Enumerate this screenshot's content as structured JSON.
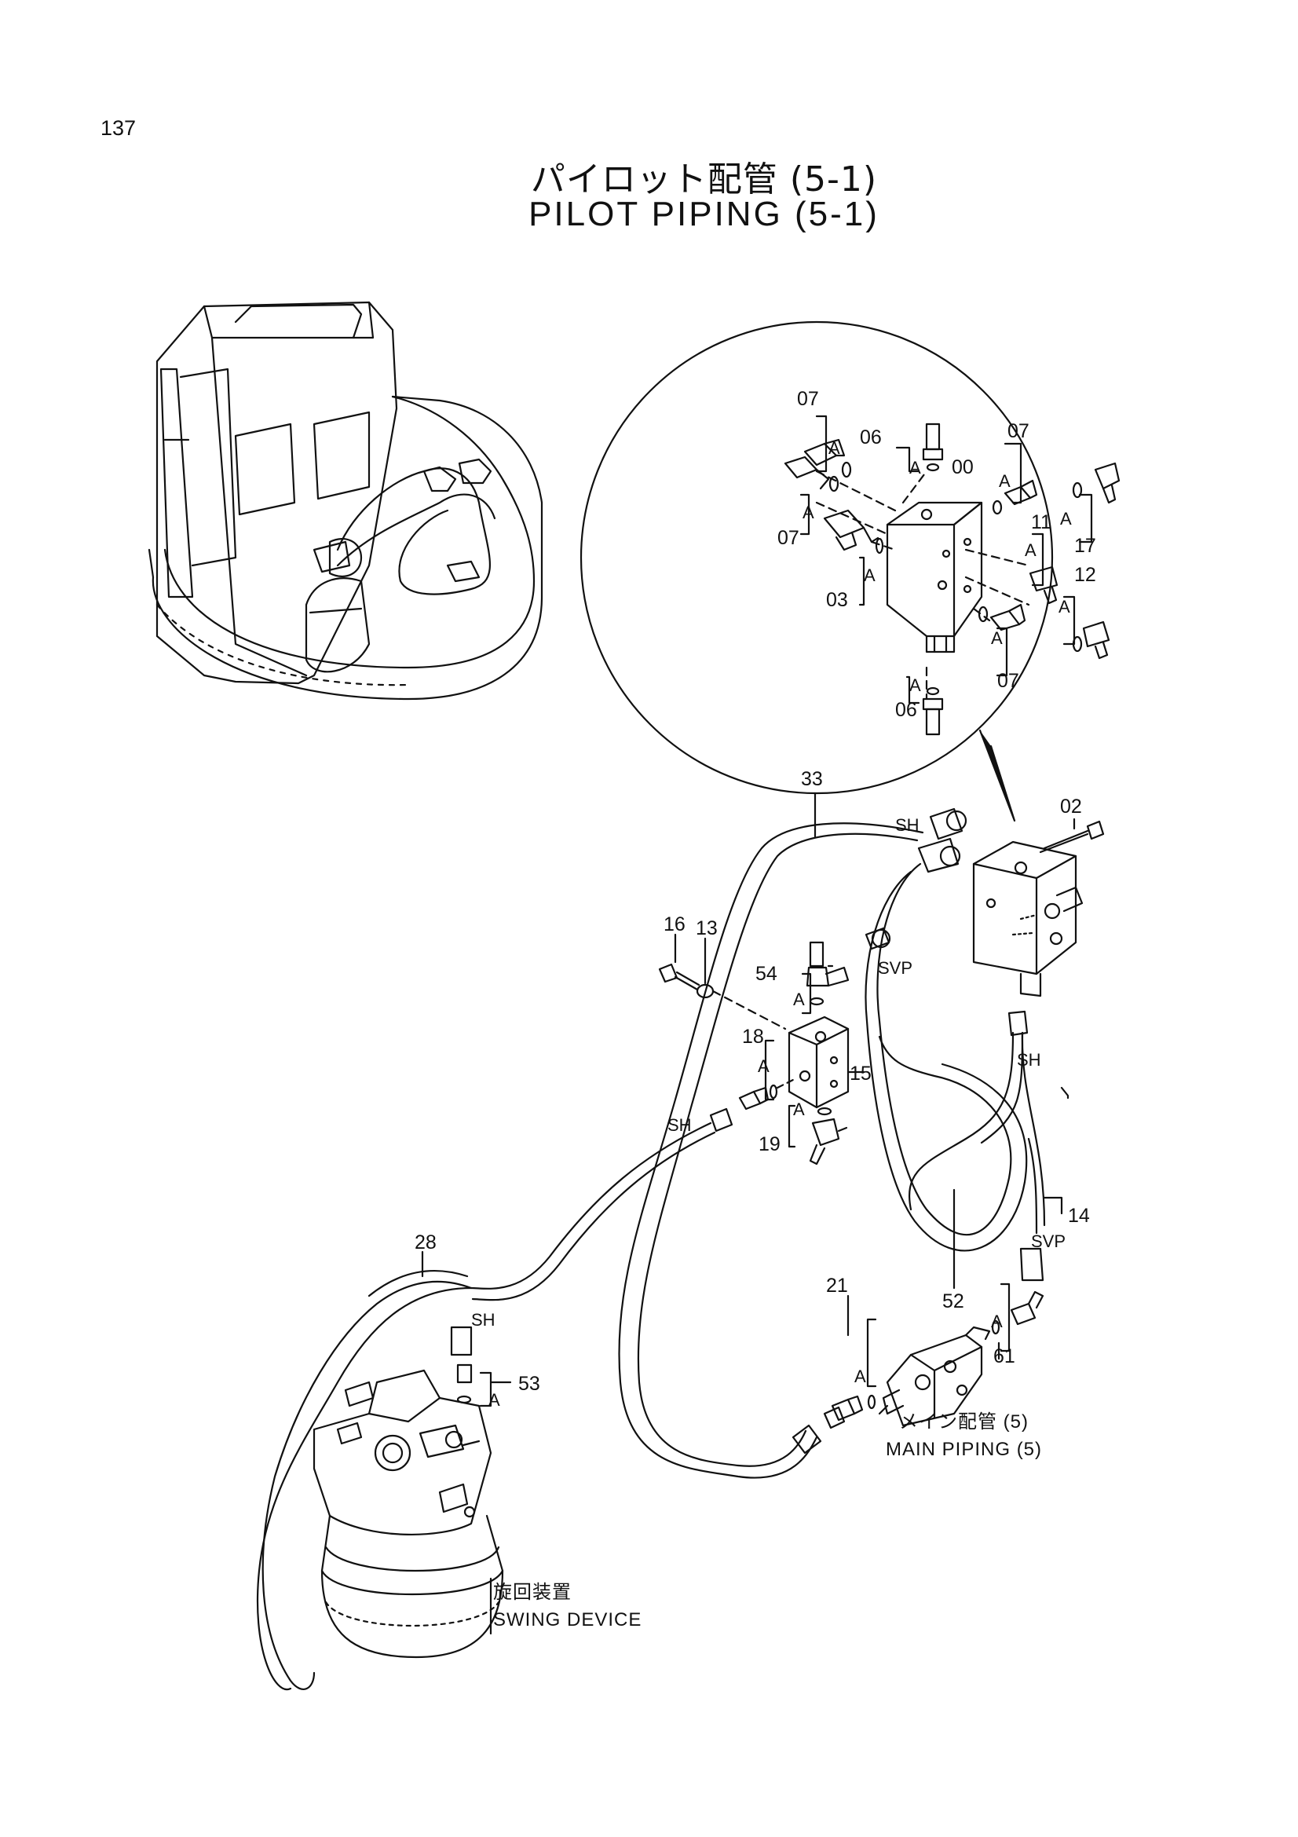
{
  "page_number": "137",
  "title_ja": "パイロット配管 (5-1)",
  "title_en": "PILOT PIPING (5-1)",
  "inset_labels": {
    "l00": "00",
    "l03": "03",
    "l06a": "06",
    "l06b": "06",
    "l07a": "07",
    "l07b": "07",
    "l07c": "07",
    "l07d": "07",
    "l11": "11",
    "l12": "12",
    "l17": "17"
  },
  "part_labels": {
    "l02": "02",
    "l13": "13",
    "l14": "14",
    "l15": "15",
    "l16": "16",
    "l18": "18",
    "l19": "19",
    "l21": "21",
    "l28": "28",
    "l33": "33",
    "l52": "52",
    "l53": "53",
    "l54": "54",
    "l61": "61"
  },
  "port_labels": {
    "sh": "SH",
    "svp": "SVP",
    "a": "A"
  },
  "captions": {
    "main_piping_ja": "メイン配管 (5)",
    "main_piping_en": "MAIN PIPING (5)",
    "swing_device_ja": "旋回装置",
    "swing_device_en": "SWING DEVICE"
  }
}
